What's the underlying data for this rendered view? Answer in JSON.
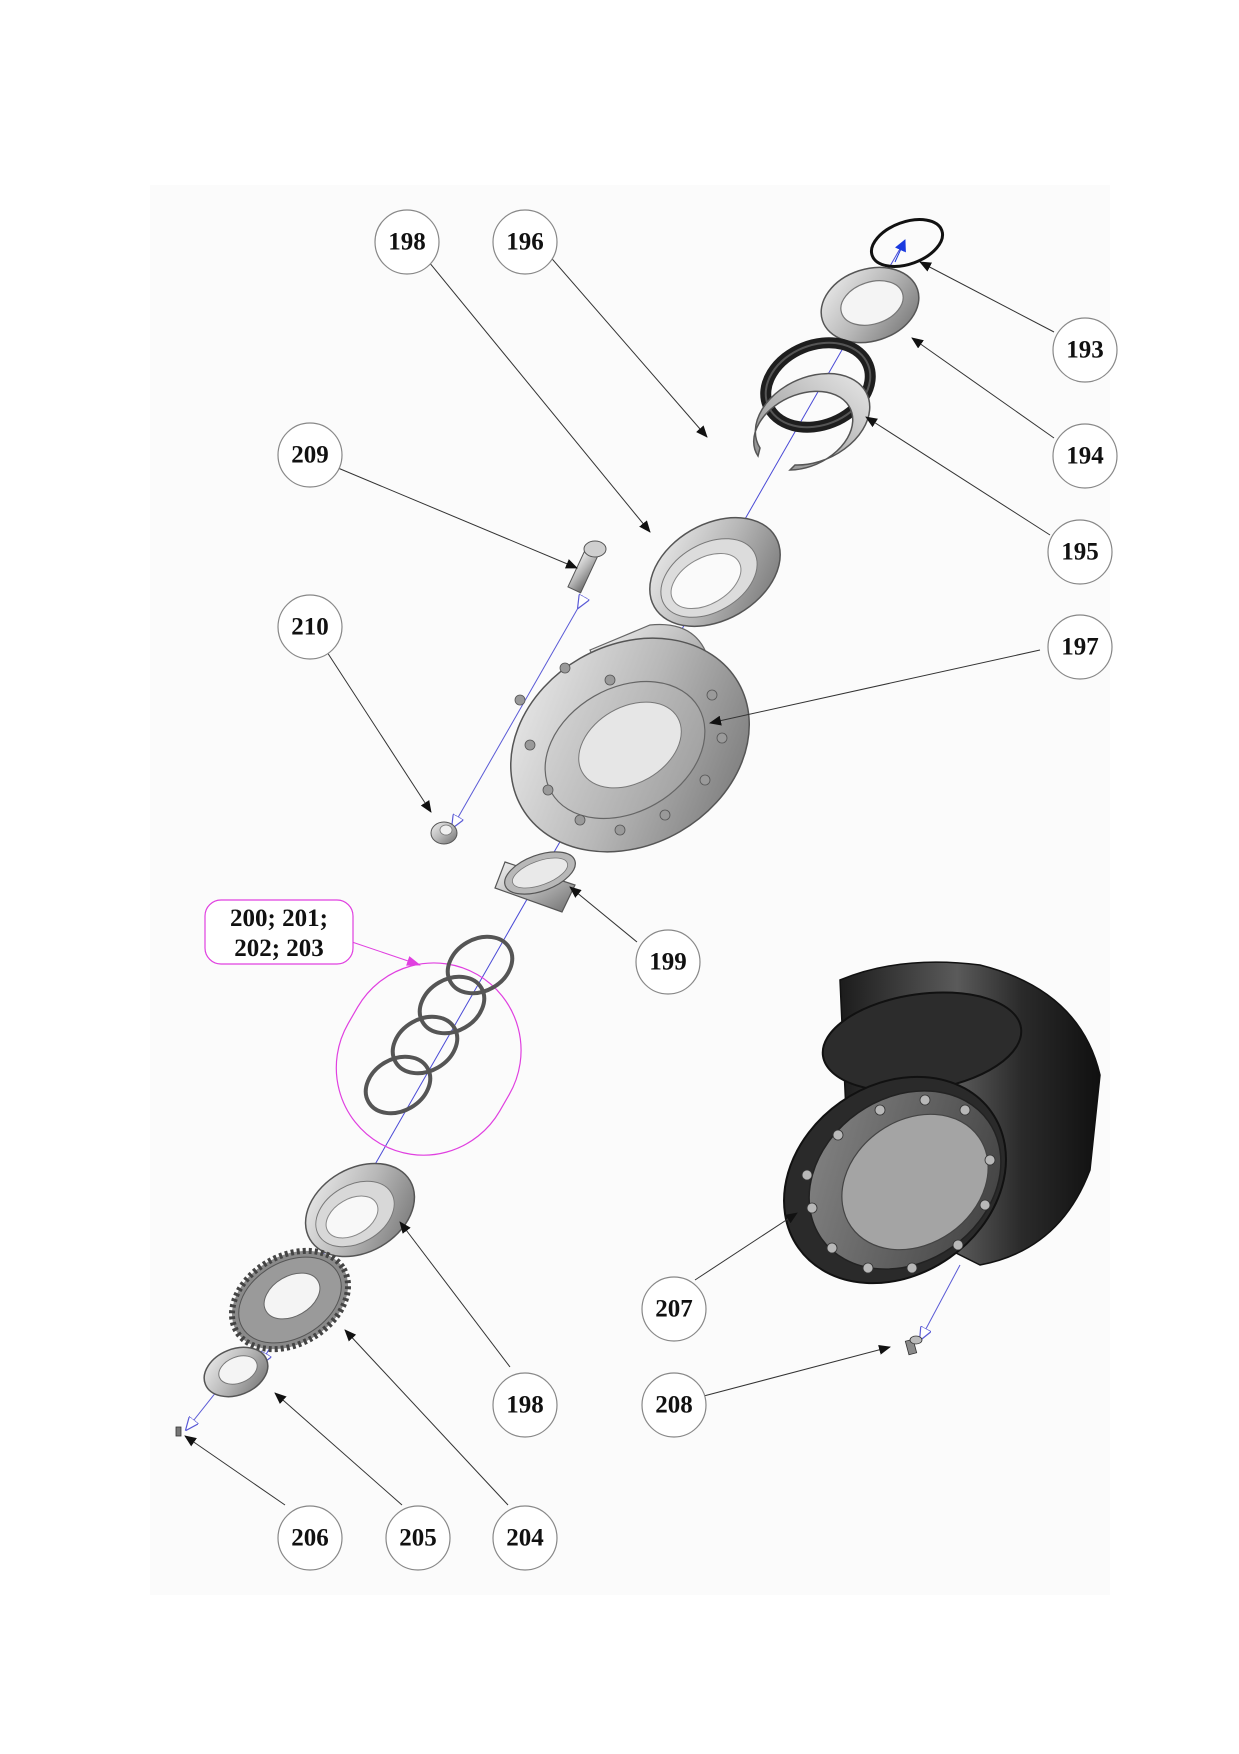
{
  "diagram": {
    "callouts": [
      {
        "id": "c193",
        "label": "193"
      },
      {
        "id": "c194",
        "label": "194"
      },
      {
        "id": "c195",
        "label": "195"
      },
      {
        "id": "c196",
        "label": "196"
      },
      {
        "id": "c197",
        "label": "197"
      },
      {
        "id": "c198a",
        "label": "198"
      },
      {
        "id": "c198b",
        "label": "198"
      },
      {
        "id": "c199",
        "label": "199"
      },
      {
        "id": "c204",
        "label": "204"
      },
      {
        "id": "c205",
        "label": "205"
      },
      {
        "id": "c206",
        "label": "206"
      },
      {
        "id": "c207",
        "label": "207"
      },
      {
        "id": "c208",
        "label": "208"
      },
      {
        "id": "c209",
        "label": "209"
      },
      {
        "id": "c210",
        "label": "210"
      }
    ],
    "group_callout": {
      "line1": "200; 201;",
      "line2": "202; 203"
    },
    "colors": {
      "leader": "#333333",
      "axis": "#3a3ad6",
      "group": "#e040e0",
      "circle_stroke": "#888888"
    }
  }
}
